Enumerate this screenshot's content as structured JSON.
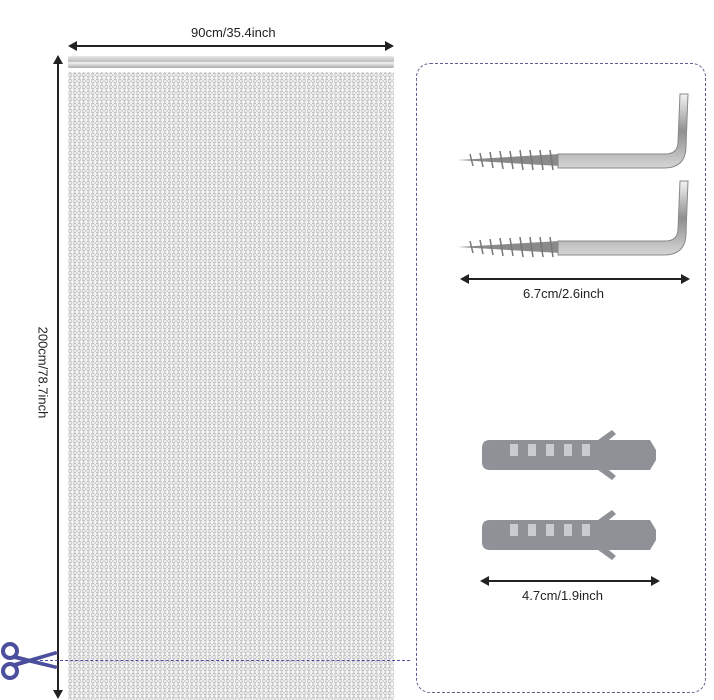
{
  "curtain": {
    "width_label": "90cm/35.4inch",
    "height_label": "200cm/78.7inch"
  },
  "hooks": {
    "size_label": "6.7cm/2.6inch",
    "count": 2
  },
  "anchors": {
    "size_label": "4.7cm/1.9inch",
    "count": 2
  },
  "colors": {
    "panel_border": "#5d5f8e",
    "scissors": "#4b4f9e",
    "anchor_gray": "#8e9196"
  },
  "icons": [
    "scissors-icon",
    "screw-hook-icon",
    "wall-anchor-icon"
  ]
}
